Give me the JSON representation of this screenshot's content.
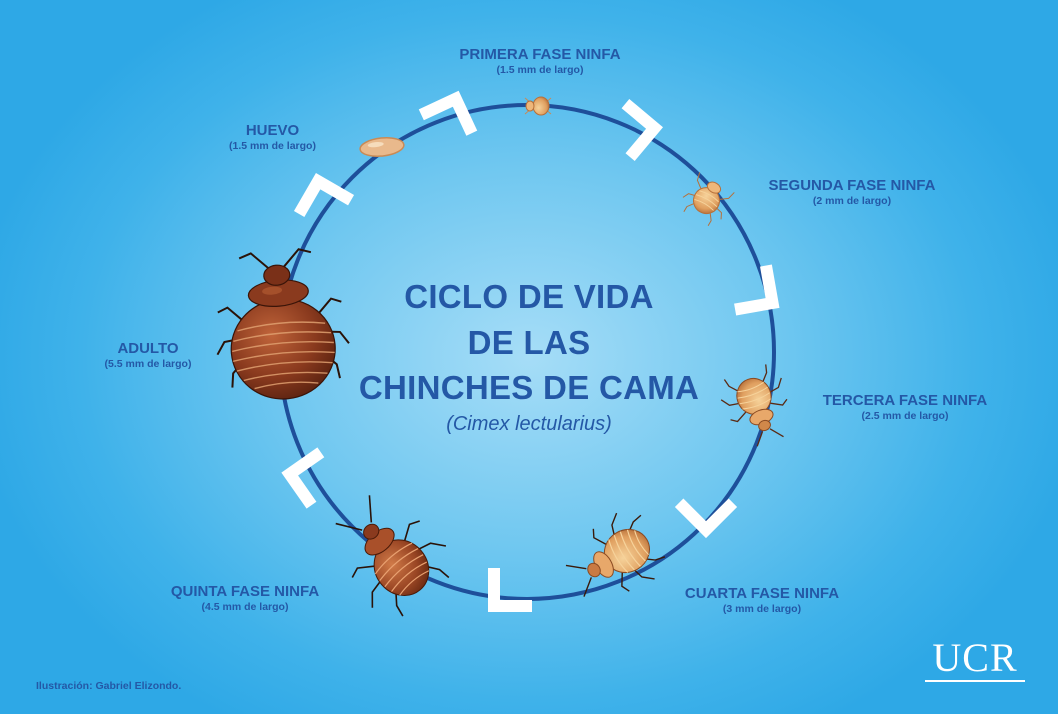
{
  "title": {
    "line1": "CICLO DE VIDA",
    "line2": "DE LAS",
    "line3": "CHINCHES DE CAMA",
    "scientific_name": "(Cimex lectularius)"
  },
  "stages": [
    {
      "id": "huevo",
      "name": "HUEVO",
      "size": "(1.5 mm de largo)"
    },
    {
      "id": "primera",
      "name": "PRIMERA FASE NINFA",
      "size": "(1.5 mm de largo)"
    },
    {
      "id": "segunda",
      "name": "SEGUNDA FASE NINFA",
      "size": "(2 mm de largo)"
    },
    {
      "id": "tercera",
      "name": "TERCERA FASE NINFA",
      "size": "(2.5 mm de largo)"
    },
    {
      "id": "cuarta",
      "name": "CUARTA FASE NINFA",
      "size": "(3 mm de largo)"
    },
    {
      "id": "quinta",
      "name": "QUINTA FASE NINFA",
      "size": "(4.5 mm de largo)"
    },
    {
      "id": "adulto",
      "name": "ADULTO",
      "size": "(5.5 mm de largo)"
    }
  ],
  "credit": "Ilustración: Gabriel Elizondo.",
  "logo": "UCR",
  "colors": {
    "text": "#2458a6",
    "cycle_line": "#1e4f9a",
    "arrow": "#ffffff",
    "background_center": "#a6ddf7",
    "background_edge": "#2ea8e6",
    "bug_adult": "#8a3a1e",
    "bug_nymph": "#e0a060"
  },
  "icons": [
    "cycle-arrow-icon",
    "bed-bug-egg-icon",
    "bed-bug-nymph-icon",
    "bed-bug-adult-icon",
    "ucr-logo"
  ]
}
